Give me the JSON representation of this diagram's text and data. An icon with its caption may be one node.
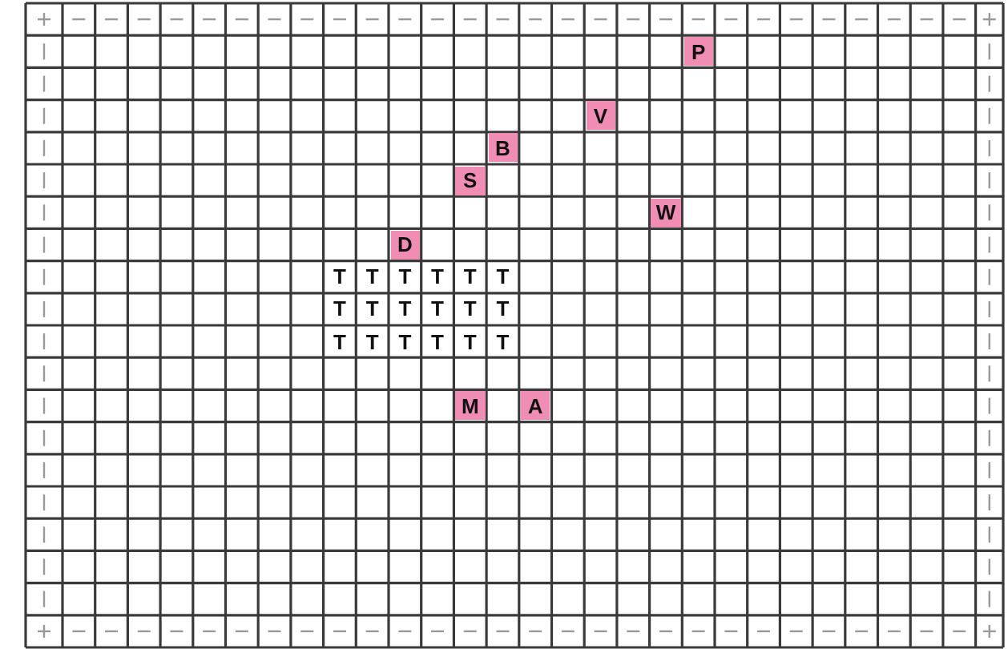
{
  "diagram": {
    "nodes": [
      {
        "text": [
          "P"
        ]
      },
      {
        "text": [
          "V"
        ]
      },
      {
        "text": [
          "B"
        ]
      },
      {
        "text": [
          "S"
        ]
      },
      {
        "text": [
          "W"
        ]
      },
      {
        "text": [
          "D"
        ]
      },
      {
        "text": [
          "M"
        ]
      },
      {
        "text": [
          "A"
        ]
      }
    ],
    "labels": [
      "T",
      "T",
      "T",
      "T",
      "T",
      "T",
      "T",
      "T",
      "T",
      "T",
      "T",
      "T",
      "T",
      "T",
      "T",
      "T",
      "T",
      "T"
    ]
  }
}
